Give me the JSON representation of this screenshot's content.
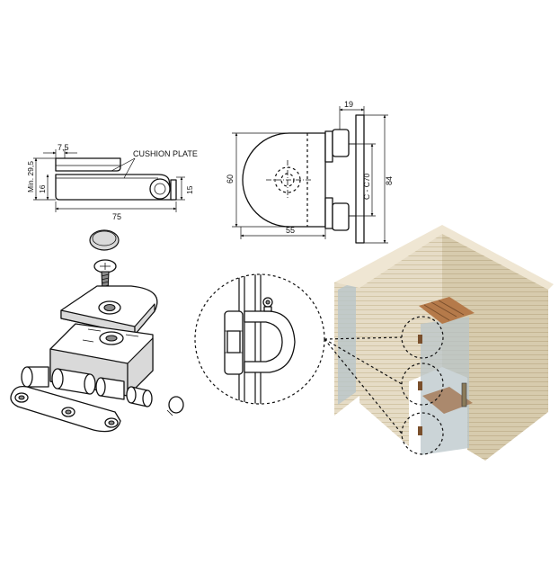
{
  "side_view": {
    "dim_top": "7,5",
    "label_cushion": "CUSHION PLATE",
    "dim_min": "Min. 29,5",
    "dim_16": "16",
    "dim_15": "15",
    "dim_75": "75"
  },
  "front_view": {
    "dim_19": "19",
    "dim_60": "60",
    "dim_cc": "C - C70",
    "dim_84": "84",
    "dim_55": "55"
  },
  "colors": {
    "line": "#111111",
    "wall": "#e6dcc6",
    "wall_dark": "#cbbf9f",
    "wood": "#b57a4a",
    "glass": "#b9c6c9"
  }
}
